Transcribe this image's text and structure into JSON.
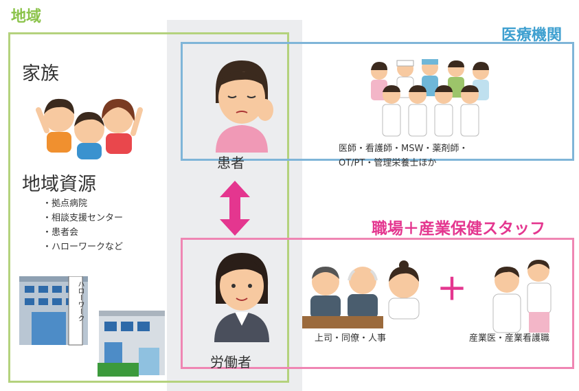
{
  "labels": {
    "community": "地域",
    "medical": "医療機関",
    "workplace": "職場＋産業保健スタッフ",
    "family": "家族",
    "resources_heading": "地域資源",
    "patient": "患者",
    "worker": "労働者",
    "medical_staff_line1": "医師・看護師・MSW・薬剤師・",
    "medical_staff_line2": "OT/PT・管理栄養士ほか",
    "coworkers": "上司・同僚・人事",
    "occupational_staff": "産業医・産業看護職",
    "plus": "＋"
  },
  "resources": [
    "拠点病院",
    "相談支援センター",
    "患者会",
    "ハローワークなど"
  ],
  "building_sign": "ハローワーク",
  "colors": {
    "community": "#8bc34a",
    "medical": "#3fa0d0",
    "workplace": "#e4368f",
    "arrow": "#e4368f"
  }
}
